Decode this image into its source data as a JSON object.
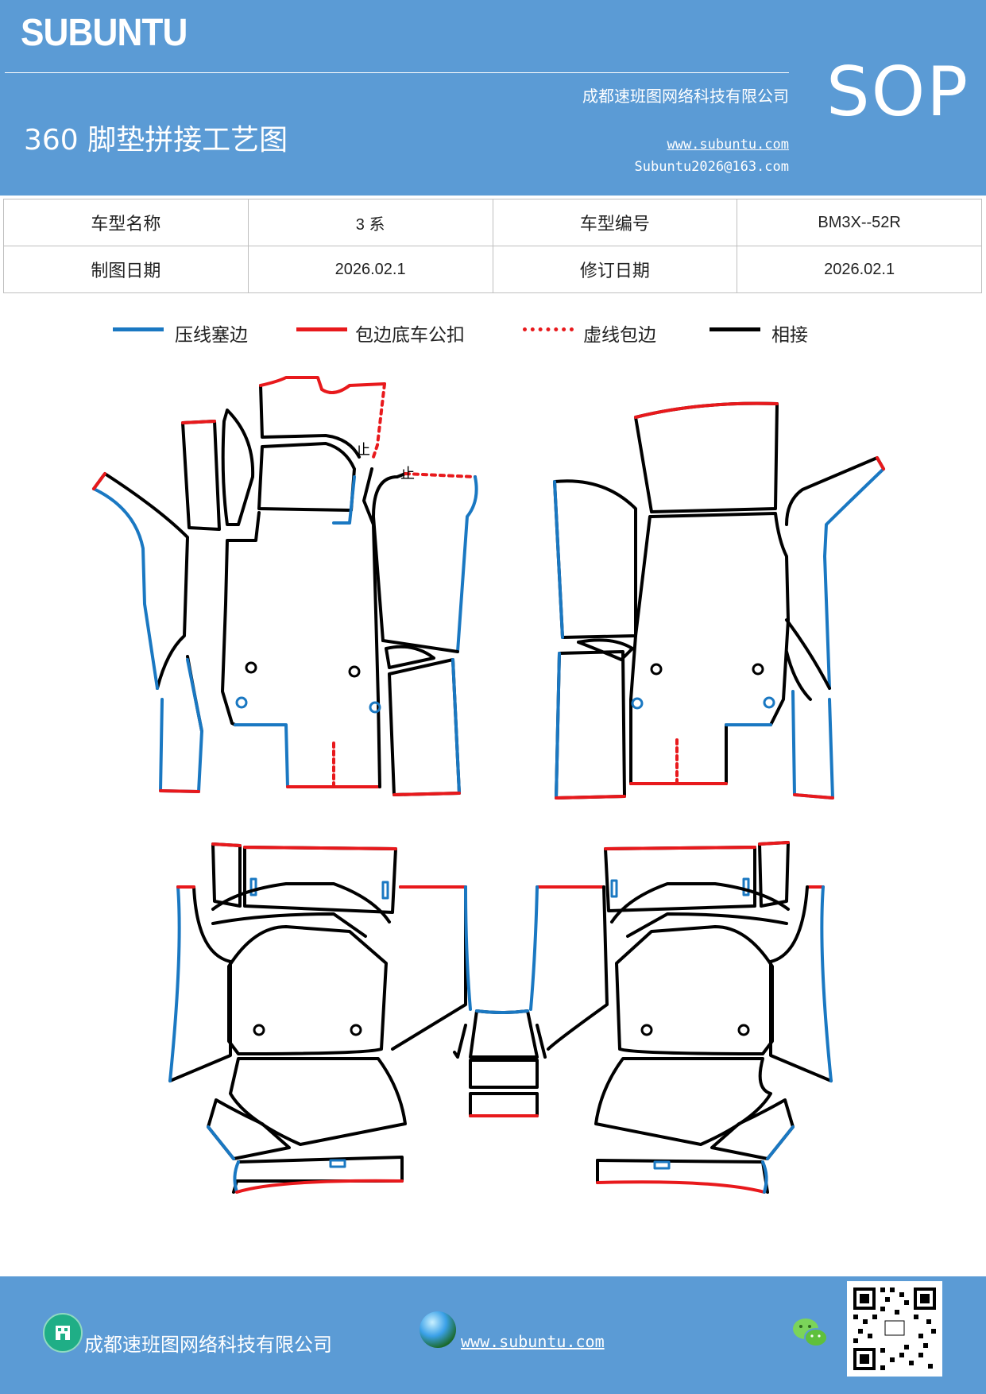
{
  "header": {
    "brand": "SUBUNTU",
    "company": "成都速班图网络科技有限公司",
    "title": "360 脚垫拼接工艺图",
    "website": "www.subuntu.com",
    "email": "Subuntu2026@163.com",
    "sop": "SOP"
  },
  "info_table": {
    "rows": [
      [
        "车型名称",
        "3 系",
        "车型编号",
        "BM3X--52R"
      ],
      [
        "制图日期",
        "2026.02.1",
        "修订日期",
        "2026.02.1"
      ]
    ]
  },
  "legend": [
    {
      "label": "压线塞边",
      "color": "#1a78c2",
      "style": "solid"
    },
    {
      "label": "包边底车公扣",
      "color": "#e8191c",
      "style": "solid"
    },
    {
      "label": "虚线包边",
      "color": "#e8191c",
      "style": "dotted"
    },
    {
      "label": "相接",
      "color": "#000000",
      "style": "solid"
    }
  ],
  "footer": {
    "company": "成都速班图网络科技有限公司",
    "website": "www.subuntu.com ",
    "company_icon": "building-icon",
    "website_icon": "globe-icon",
    "wechat_icon": "wechat-icon"
  },
  "colors": {
    "header_bg": "#5b9bd5",
    "blue_edge": "#1a78c2",
    "red_edge": "#e8191c",
    "black_edge": "#000000"
  }
}
